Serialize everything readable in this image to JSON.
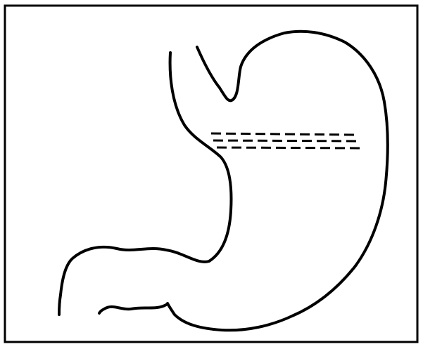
{
  "diagram": {
    "colors": {
      "background": "#ffffff",
      "stroke": "#000000"
    },
    "elements": [
      "outer-border",
      "stomach-outline",
      "lesser-curvature-outline",
      "esophagus-left-wall",
      "esophagus-right-wall",
      "duodenum-outline",
      "dashed-staple-line-1",
      "dashed-staple-line-2",
      "dashed-staple-line-3"
    ]
  }
}
